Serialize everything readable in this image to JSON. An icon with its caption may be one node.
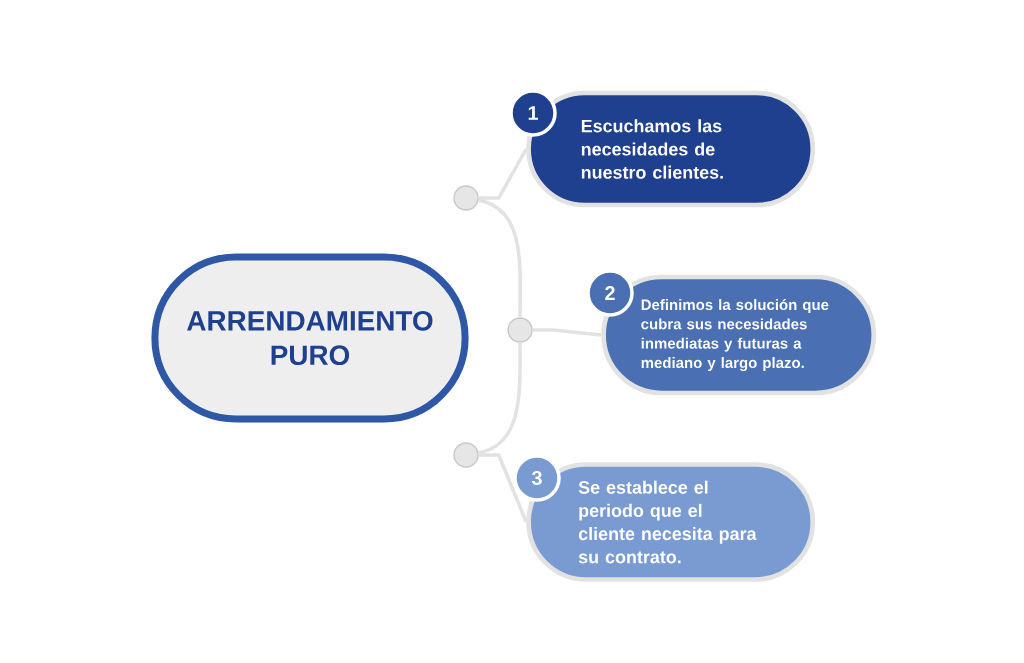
{
  "diagram": {
    "nodes": [
      {
        "text": [
          "ARRENDAMIENTO PURO"
        ]
      },
      {
        "text": [],
        "shape": "circle"
      },
      {
        "text": [],
        "shape": "circle"
      },
      {
        "text": [],
        "shape": "circle"
      },
      {
        "text": [
          "1"
        ]
      },
      {
        "text": [
          "Escuchamos las necesidades de nuestro clientes."
        ]
      },
      {
        "text": [
          "2"
        ]
      },
      {
        "text": [
          "Definimos la solución que cubra sus necesidades inmediatas y futuras a mediano y largo plazo."
        ]
      },
      {
        "text": [
          "3"
        ]
      },
      {
        "text": [
          "Se establece el periodo que el cliente necesita para su contrato."
        ]
      }
    ],
    "edges": [
      {
        "from": 1,
        "to": 5,
        "arrow": "none"
      },
      {
        "from": 2,
        "to": 7,
        "arrow": "none"
      },
      {
        "from": 3,
        "to": 9,
        "arrow": "none"
      },
      {
        "from": 1,
        "to": 2,
        "arrow": "none"
      },
      {
        "from": 2,
        "to": 3,
        "arrow": "none"
      }
    ]
  }
}
